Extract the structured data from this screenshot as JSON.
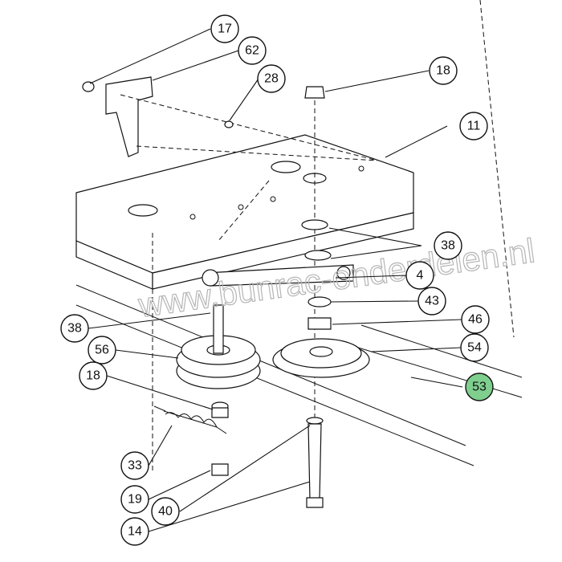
{
  "diagram": {
    "watermark": "www.bunrac-onderdelen.nl",
    "callouts": [
      {
        "id": "c17",
        "label": "17"
      },
      {
        "id": "c62",
        "label": "62"
      },
      {
        "id": "c28",
        "label": "28"
      },
      {
        "id": "c18top",
        "label": "18"
      },
      {
        "id": "c11",
        "label": "11"
      },
      {
        "id": "c38right",
        "label": "38"
      },
      {
        "id": "c4",
        "label": "4"
      },
      {
        "id": "c43",
        "label": "43"
      },
      {
        "id": "c46",
        "label": "46"
      },
      {
        "id": "c54",
        "label": "54"
      },
      {
        "id": "c53",
        "label": "53",
        "highlight": true
      },
      {
        "id": "c38left",
        "label": "38"
      },
      {
        "id": "c56",
        "label": "56"
      },
      {
        "id": "c18left",
        "label": "18"
      },
      {
        "id": "c33",
        "label": "33"
      },
      {
        "id": "c19",
        "label": "19"
      },
      {
        "id": "c40",
        "label": "40"
      },
      {
        "id": "c14",
        "label": "14"
      }
    ],
    "colors": {
      "line": "#111111",
      "highlight": "#7fcf8f",
      "watermark": "#b5b5b5"
    }
  }
}
